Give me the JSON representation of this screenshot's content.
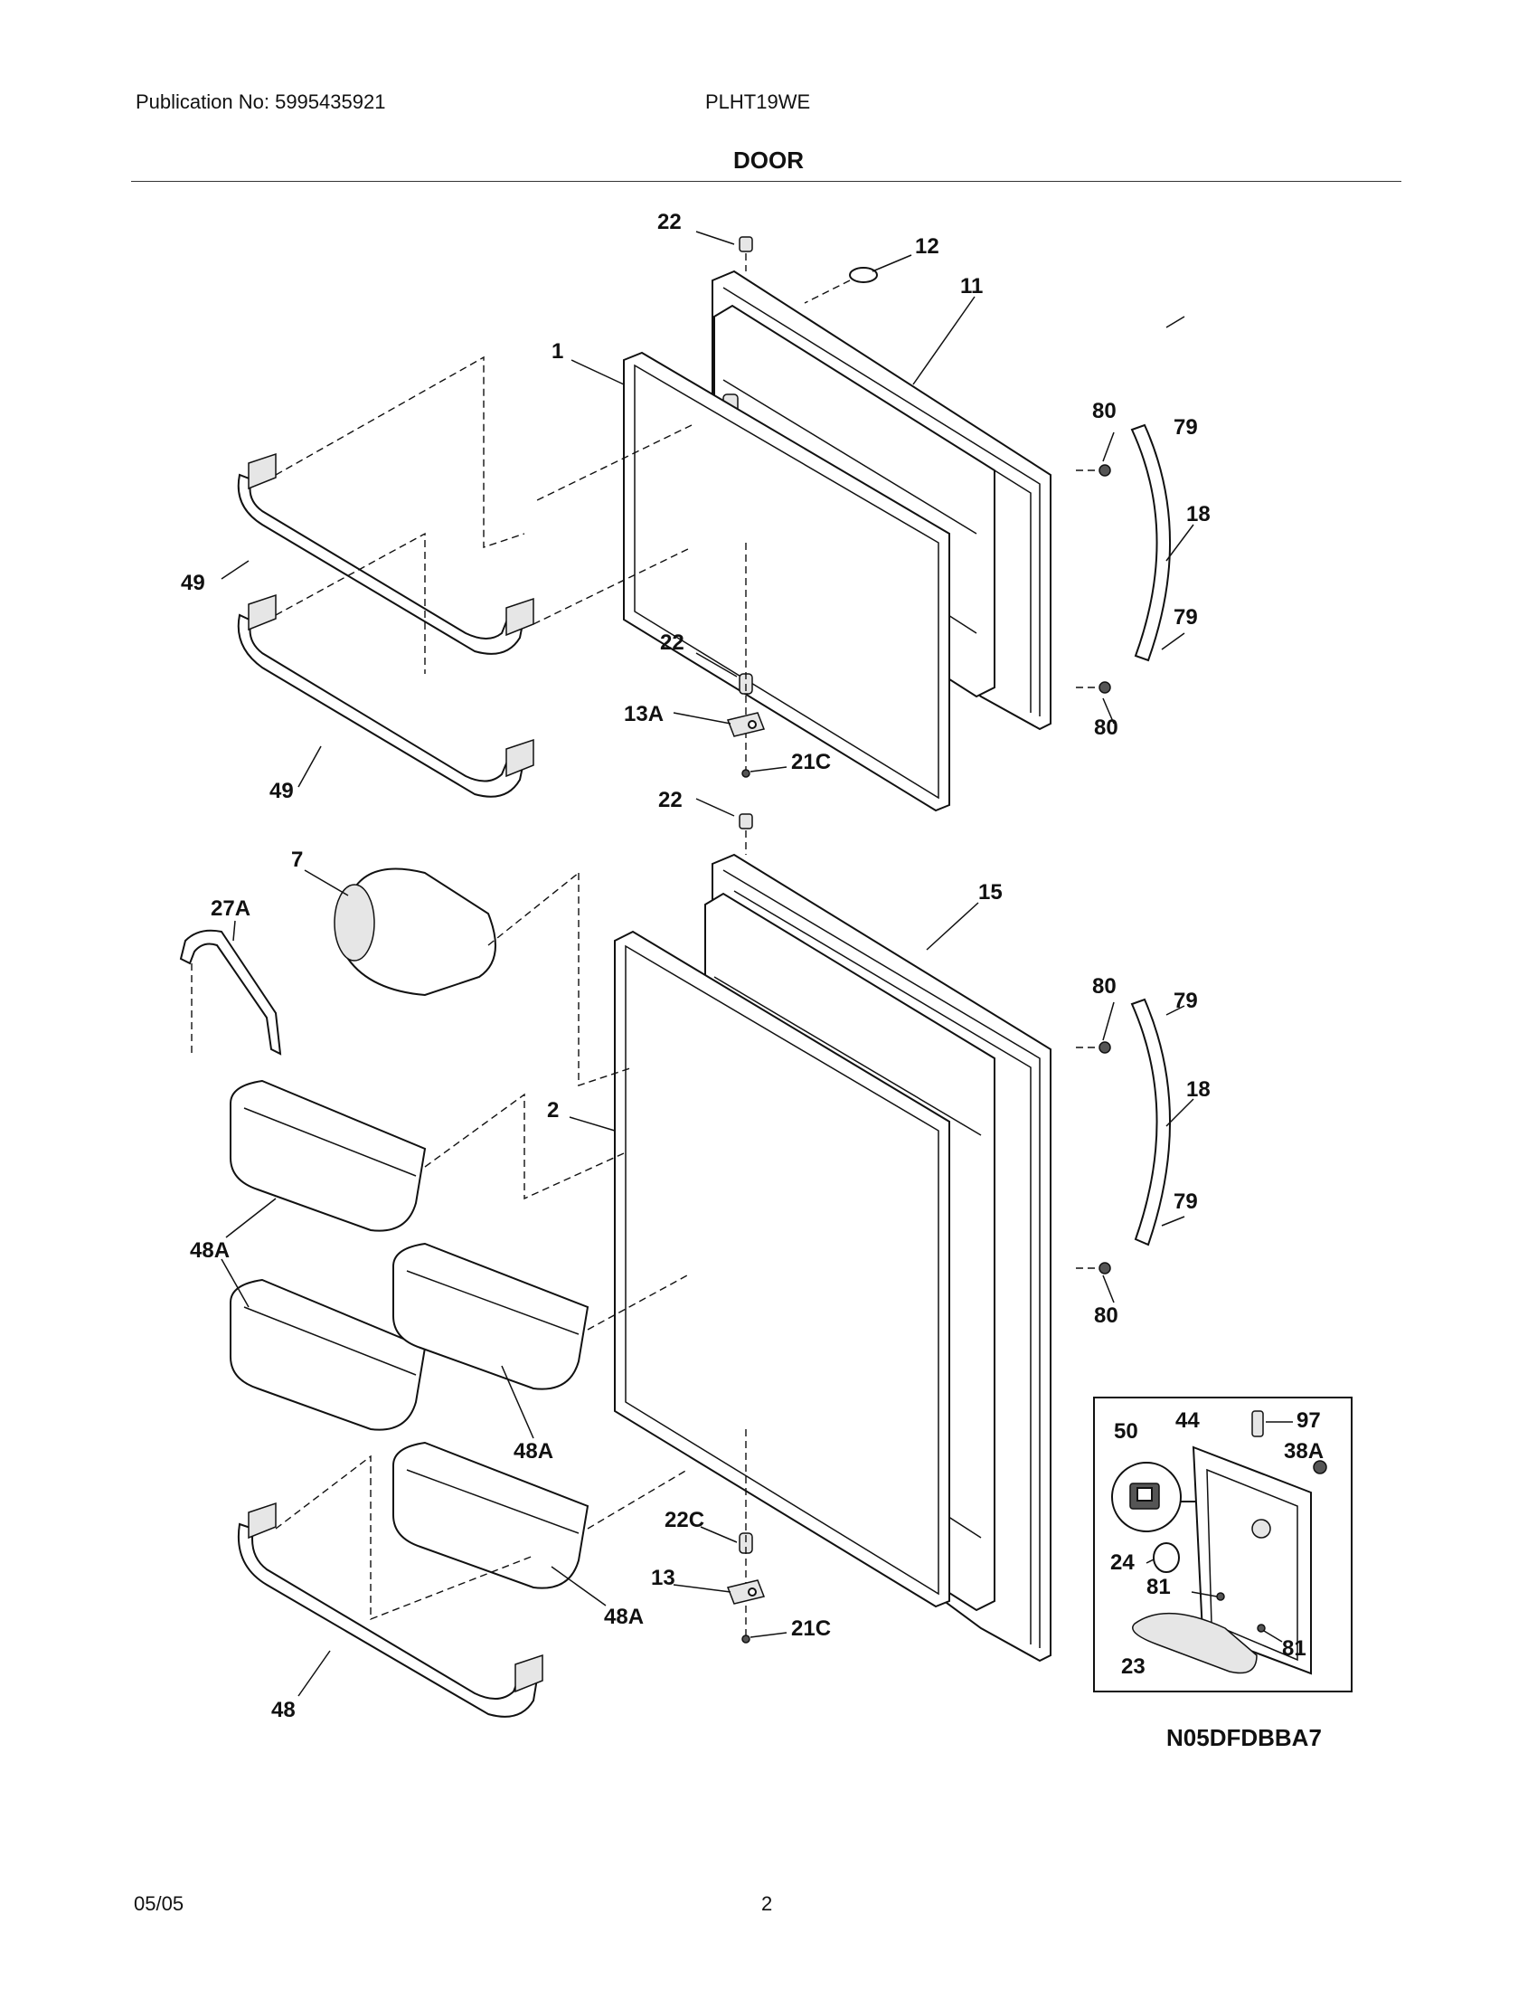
{
  "header": {
    "publication": "Publication No: 5995435921",
    "model": "PLHT19WE",
    "title": "DOOR"
  },
  "diagram": {
    "code": "N05DFDBBA7",
    "labels": {
      "l22_top": "22",
      "l12": "12",
      "l11": "11",
      "l1": "1",
      "l80_a": "80",
      "l79_a": "79",
      "l18_a": "18",
      "l79_b": "79",
      "l80_b": "80",
      "l49_a": "49",
      "l49_b": "49",
      "l22_mid": "22",
      "l13a": "13A",
      "l21c_a": "21C",
      "l22_low": "22",
      "l7": "7",
      "l15": "15",
      "l27a": "27A",
      "l80_c": "80",
      "l79_c": "79",
      "l18_b": "18",
      "l79_d": "79",
      "l80_d": "80",
      "l2": "2",
      "l48a_a": "48A",
      "l48a_b": "48A",
      "l48a_c": "48A",
      "l48": "48",
      "l22c": "22C",
      "l13": "13",
      "l21c_b": "21C",
      "l50": "50",
      "l44": "44",
      "l97": "97",
      "l38a": "38A",
      "l24": "24",
      "l81_a": "81",
      "l81_b": "81",
      "l23": "23"
    }
  },
  "footer": {
    "date": "05/05",
    "page": "2"
  }
}
